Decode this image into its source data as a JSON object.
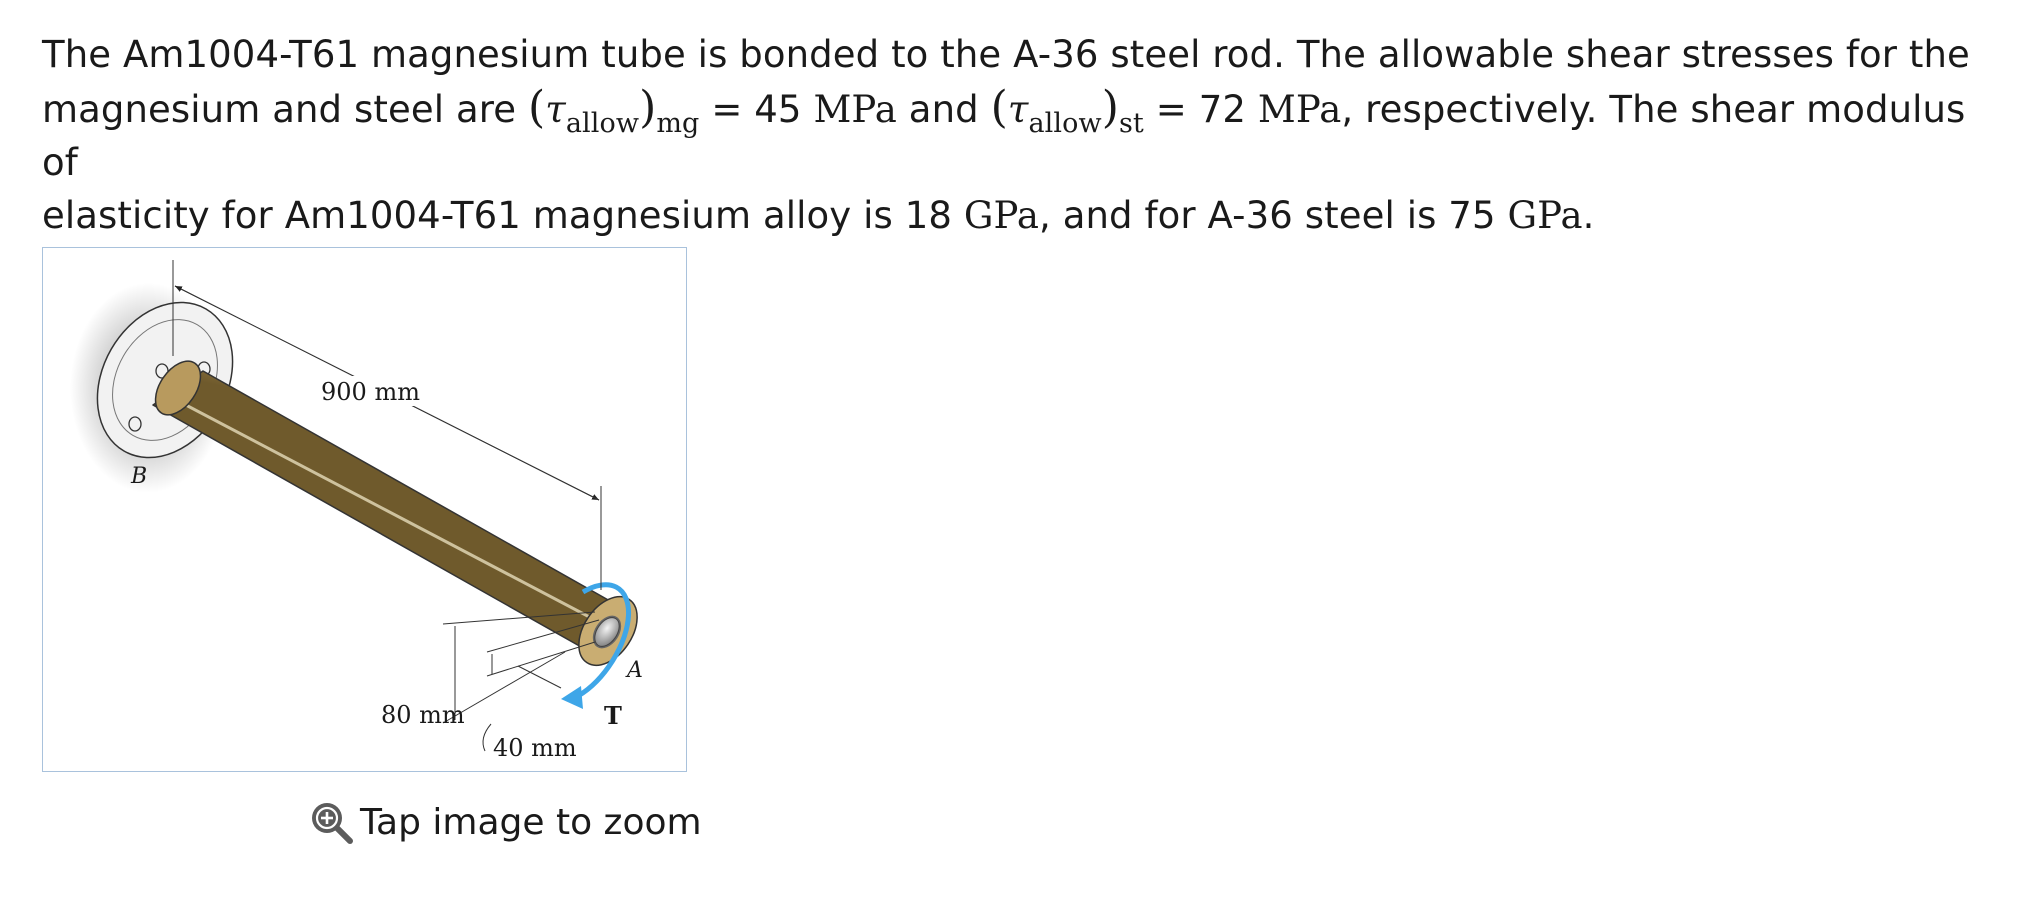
{
  "problem": {
    "line1": "The Am1004-T61 magnesium tube is bonded to the A-36 steel rod. The allowable shear stresses for the",
    "line2_start": "magnesium and steel are",
    "tau_symbol": "τ",
    "allow_sub": "allow",
    "mg_sub": "mg",
    "eq_mg": "= 45",
    "unit_mpa": "MPa",
    "and_word": "and",
    "st_sub": "st",
    "eq_st": "= 72",
    "line2_end": ", respectively. The shear modulus of",
    "line3_start": "elasticity for Am1004-T61 magnesium alloy is 18",
    "unit_gpa": "GPa",
    "line3_mid": ", and for A-36 steel is 75",
    "period": "."
  },
  "figure": {
    "label_length": "900 mm",
    "label_outer_dia": "80 mm",
    "label_inner_dia": "40 mm",
    "label_b": "B",
    "label_a": "A",
    "label_t": "T"
  },
  "zoom": {
    "label": "Tap image to zoom",
    "icon": "zoom-in-icon"
  }
}
